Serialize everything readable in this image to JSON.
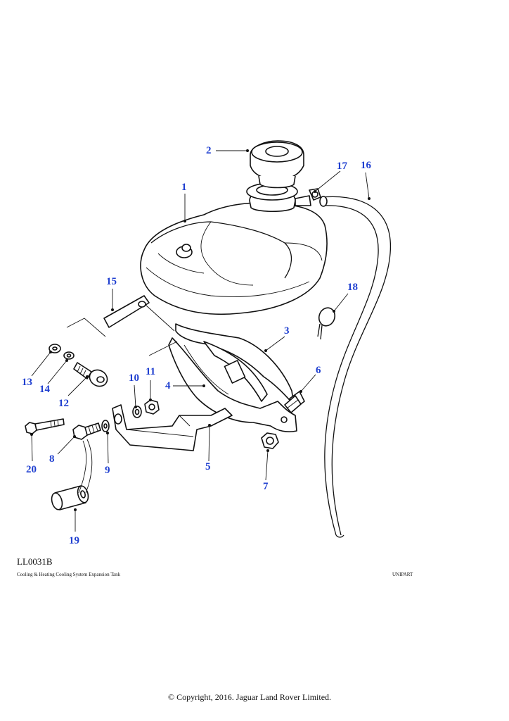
{
  "diagram": {
    "code": "LL0031B",
    "caption": "Cooling & Heating Cooling System Expansion Tank",
    "brand": "UNIPART",
    "copyright": "© Copyright, 2016. Jaguar Land Rover Limited.",
    "callout_color": "#1f3fd0",
    "callouts": [
      "1",
      "2",
      "3",
      "4",
      "5",
      "6",
      "7",
      "8",
      "9",
      "10",
      "11",
      "12",
      "13",
      "14",
      "15",
      "16",
      "17",
      "18",
      "19",
      "20"
    ]
  }
}
